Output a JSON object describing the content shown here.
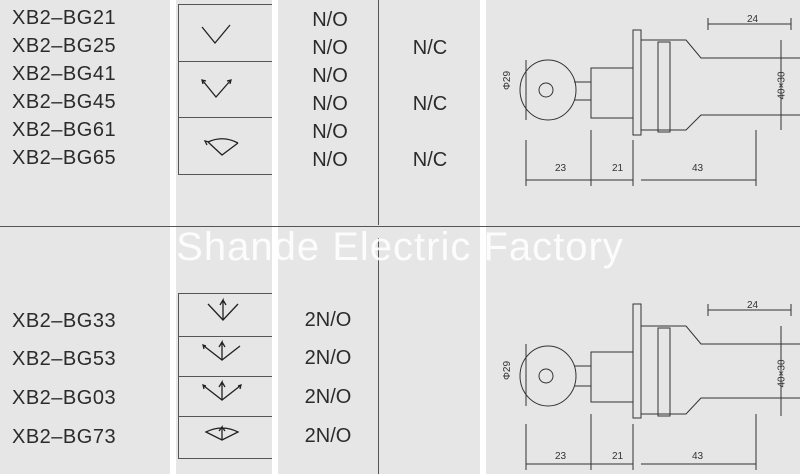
{
  "top_section": {
    "models": [
      "XB2–BG21",
      "XB2–BG25",
      "XB2–BG41",
      "XB2–BG45",
      "XB2–BG61",
      "XB2–BG65"
    ],
    "contact_a": [
      "N/O",
      "N/O",
      "N/O",
      "N/O",
      "N/O",
      "N/O"
    ],
    "contact_b": [
      "N/C",
      "N/C",
      "N/C"
    ],
    "dimensions": {
      "width_top": "24",
      "dia": "Φ29",
      "side": "40×30",
      "d1": "23",
      "d2": "21",
      "d3": "43"
    }
  },
  "bottom_section": {
    "models": [
      "XB2–BG33",
      "XB2–BG53",
      "XB2–BG03",
      "XB2–BG73"
    ],
    "contact_a": [
      "2N/O",
      "2N/O",
      "2N/O",
      "2N/O"
    ],
    "dimensions": {
      "width_top": "24",
      "dia": "Φ29",
      "side": "40×30",
      "d1": "23",
      "d2": "21",
      "d3": "43"
    }
  },
  "watermark": "Shande Electric Factory",
  "colors": {
    "background": "#e6e6e6",
    "text": "#2b2b2b",
    "divider": "#ffffff"
  }
}
